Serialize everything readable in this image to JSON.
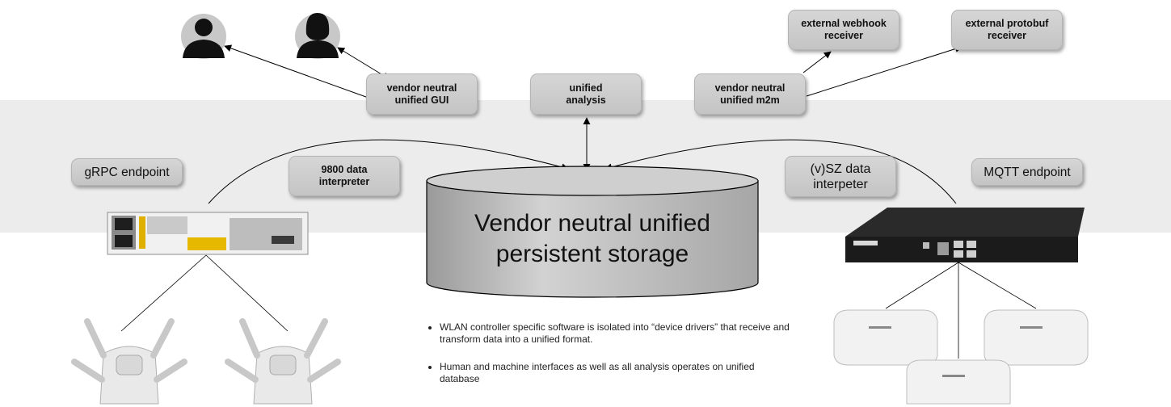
{
  "nodes": {
    "gui": "vendor neutral\nunified GUI",
    "analysis": "unified\nanalysis",
    "m2m": "vendor neutral\nunified m2m",
    "webhook": "external webhook\nreceiver",
    "protobuf": "external protobuf\nreceiver",
    "grpc": "gRPC endpoint",
    "interp9800": "9800 data\ninterpreter",
    "vsz": "(v)SZ data\ninterpeter",
    "mqtt": "MQTT endpoint"
  },
  "storage": "Vendor neutral unified\npersistent storage",
  "bullets": [
    "WLAN controller specific software is isolated into “device drivers” that receive and transform data into a unified format.",
    "Human and machine interfaces as well as all analysis operates on unified database"
  ],
  "colors": {
    "band": "#ececec",
    "box": "#cfcfcf",
    "storage": "#c8c8c8"
  },
  "icons": [
    "user-male-icon",
    "user-female-icon",
    "cisco-controller",
    "cisco-access-point",
    "ruckus-controller",
    "ruckus-access-point"
  ]
}
